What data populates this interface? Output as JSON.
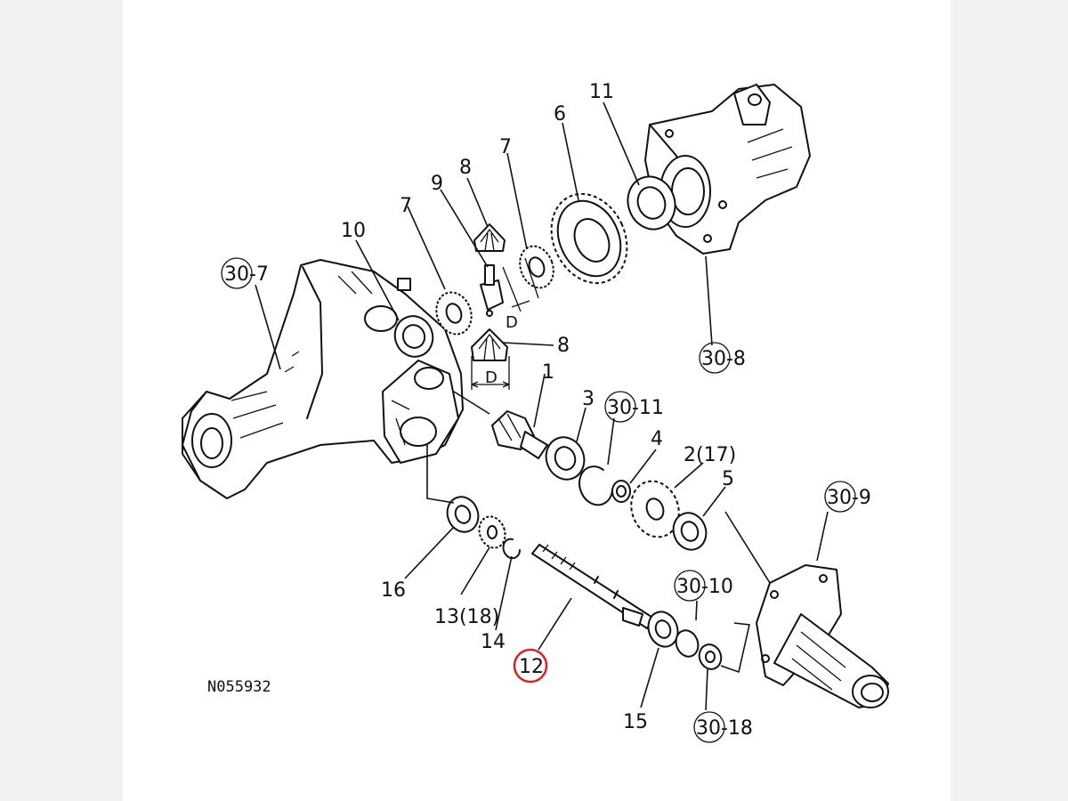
{
  "figure_id": "N055932",
  "part_labels": {
    "p30_7": "30-7",
    "p30_8": "30-8",
    "p30_9": "30-9",
    "p30_10": "30-10",
    "p30_11": "30-11",
    "p30_18": "30-18",
    "p1": "1",
    "p2": "2(17)",
    "p3": "3",
    "p4": "4",
    "p5": "5",
    "p6": "6",
    "p7a": "7",
    "p7b": "7",
    "p8a": "8",
    "p8b": "8",
    "p9": "9",
    "p10": "10",
    "p11": "11",
    "p12": "12",
    "p13": "13(18)",
    "p14": "14",
    "p15": "15",
    "p16": "16",
    "dim_d1": "D",
    "dim_d2": "D"
  },
  "highlight": {
    "part": "12",
    "color": "#e02020"
  },
  "colors": {
    "ink": "#111111",
    "paper": "#ffffff",
    "margin": "#f2f2f2"
  }
}
